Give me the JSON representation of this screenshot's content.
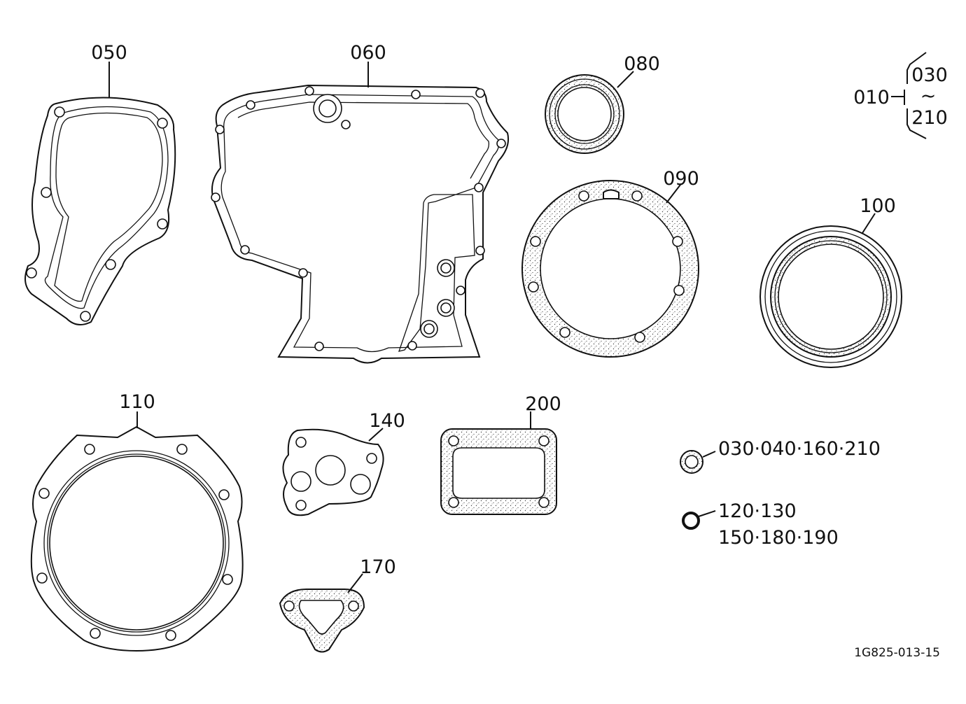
{
  "parts": {
    "p050": "050",
    "p060": "060",
    "p080": "080",
    "p090": "090",
    "p100": "100",
    "p110": "110",
    "p140": "140",
    "p170": "170",
    "p200": "200"
  },
  "kit": {
    "main": "010",
    "top": "030",
    "tilde": "~",
    "bottom": "210"
  },
  "legend": {
    "washer_label": "030·040·160·210",
    "oring_label_line1": "120·130",
    "oring_label_line2": "150·180·190"
  },
  "drawing_number": "1G825-013-15",
  "icons": [
    "washer-icon",
    "o-ring-icon"
  ]
}
